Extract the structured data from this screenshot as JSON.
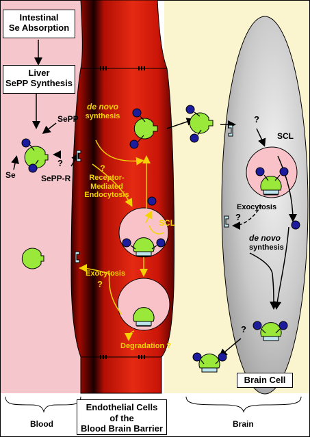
{
  "boxes": {
    "intestinal": [
      "Intestinal",
      "Se Absorption"
    ],
    "liver": [
      "Liver",
      "SePP Synthesis"
    ],
    "brain_cell": "Brain Cell",
    "endothelial": [
      "Endothelial Cells",
      "of the",
      "Blood Brain Barrier"
    ]
  },
  "blood_labels": {
    "sepp": "SePP",
    "question": "?",
    "se": "Se",
    "sepp_r": "SePP-R"
  },
  "endothelial_labels": {
    "de_novo": "de novo",
    "synthesis": "synthesis",
    "rme_q": "?",
    "rme": [
      "Receptor-",
      "Mediated",
      "Endocytosis"
    ],
    "scl": "SCL",
    "exocytosis": "Exocytosis",
    "exo_q": "?",
    "degradation": "Degradation ?"
  },
  "brain_labels": {
    "top_q": "?",
    "scl": "SCL",
    "exocytosis": "Exocytosis",
    "exo_q": "?",
    "de_novo": "de novo",
    "synthesis": "synthesis",
    "bottom_q": "?"
  },
  "bottom_labels": {
    "blood": "Blood",
    "brain": "Brain"
  },
  "colors": {
    "blood_bg": "#f5c6cc",
    "brain_bg": "#fbf5cf",
    "vessel": "#d81a0c",
    "vessel_dark": "#3a0000",
    "protein": "#9ae83a",
    "selenium": "#1c1c9c",
    "receptor": "#bde3ec",
    "vesicle": "#f8c2c8",
    "brain_cell": "#c6c6c6",
    "yellow": "#f5d300"
  },
  "icons": [
    "sepp-protein-icon",
    "selenium-icon",
    "receptor-icon",
    "vesicle-icon",
    "arrow-icon",
    "brace-icon"
  ]
}
